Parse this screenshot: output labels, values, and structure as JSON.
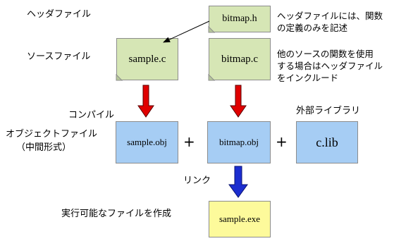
{
  "labels": {
    "header_file": "ヘッダファイル",
    "source_file": "ソースファイル",
    "compile": "コンパイル",
    "object_file_line1": "オブジェクトファイル",
    "object_file_line2": "（中間形式）",
    "external_library": "外部ライブラリ",
    "link": "リンク",
    "create_executable": "実行可能なファイルを作成"
  },
  "notes": {
    "header_line1": "ヘッダファイルには、関数",
    "header_line2": "の定義のみを記述",
    "source_line1": "他のソースの関数を使用",
    "source_line2": "する場合はヘッダファイル",
    "source_line3": "をインクルード"
  },
  "files": {
    "bitmap_h": "bitmap.h",
    "sample_c": "sample.c",
    "bitmap_c": "bitmap.c",
    "sample_obj": "sample.obj",
    "bitmap_obj": "bitmap.obj",
    "c_lib": "c.lib",
    "sample_exe": "sample.exe"
  },
  "operators": {
    "plus_1": "+",
    "plus_2": "+"
  },
  "colors": {
    "source_fill": "#d6e6b5",
    "object_fill": "#a6cdf4",
    "executable_fill": "#fdfa9b",
    "compile_arrow": "#e00000",
    "link_arrow": "#1c2ed0"
  }
}
